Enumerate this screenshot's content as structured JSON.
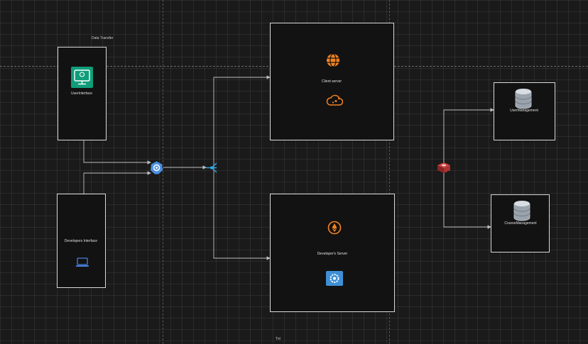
{
  "labels": {
    "data_transfer": "Data Transfer",
    "user_interface": "UserInterface",
    "developers_interface": "Developers Interface",
    "client_server": "Client server",
    "developers_server": "Developer's Server",
    "user_management": "UserManagement",
    "course_management": "CourseManagement",
    "bottom_text": "Txt"
  },
  "colors": {
    "background": "#1a1a1a",
    "node_fill": "#121212",
    "node_border": "#d9d9d9",
    "connector": "#bfbfbf",
    "orange_icon": "#f58220",
    "teal_icon": "#0f9d7a",
    "blue_hub": "#4a90e2",
    "router_icon": "#a83232",
    "grafana_blue": "#3f8fd6"
  },
  "icons": [
    "user-interface-monitor-icon",
    "laptop-icon",
    "hub-gear-icon",
    "load-balancer-icon",
    "globe-icon",
    "cloud-network-icon",
    "ethereum-coin-icon",
    "settings-gear-icon",
    "database-icon",
    "redis-cube-icon"
  ]
}
